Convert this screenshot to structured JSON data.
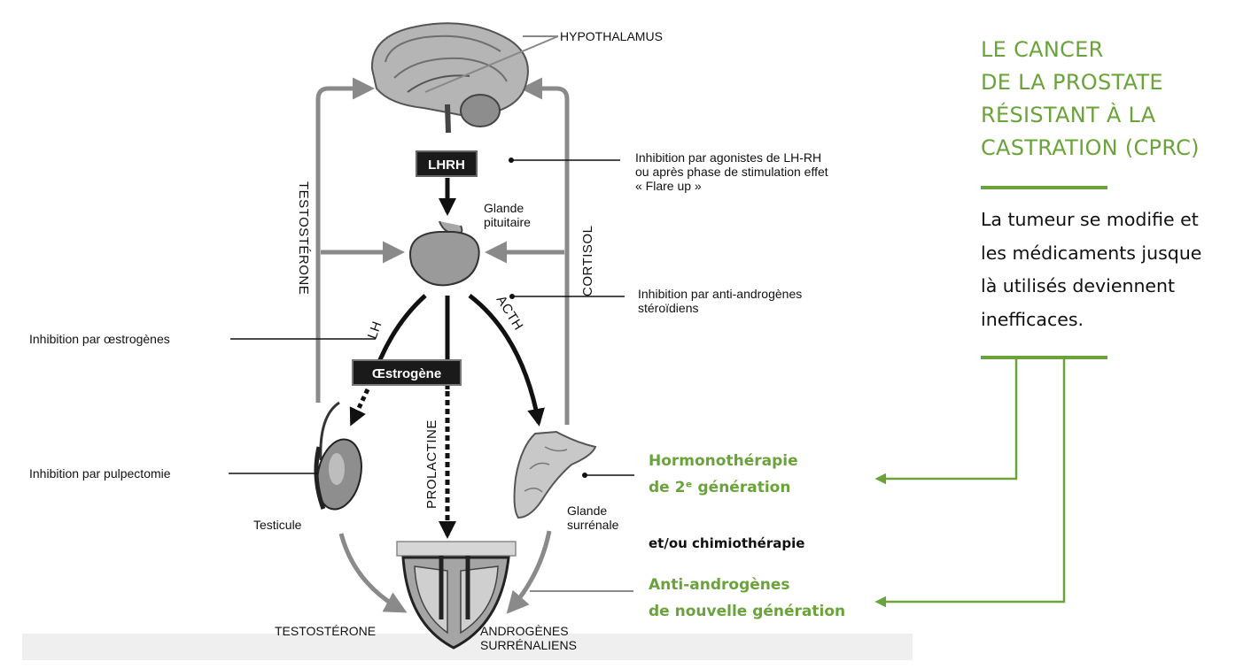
{
  "diagram": {
    "hypothalamus": "HYPOTHALAMUS",
    "lhrh": "LHRH",
    "pituitary": "Glande\npituitaire",
    "inhibition_lhrh": "Inhibition par agonistes de LH-RH\nou après phase de stimulation effet\n« Flare up »",
    "inhibition_antiandrogenes": "Inhibition par anti-androgènes\nstéroïdiens",
    "inhibition_oestrogenes": "Inhibition par œstrogènes",
    "inhibition_pulpectomie": "Inhibition par pulpectomie",
    "testosterone_vertical": "TESTOSTÉRONE",
    "cortisol": "CORTISOL",
    "lh": "LH",
    "acth": "ACTH",
    "oestrogene": "Œstrogène",
    "prolactine": "PROLACTINE",
    "testicule": "Testicule",
    "surrenale": "Glande\nsurrénale",
    "testosterone_bottom": "TESTOSTÉRONE",
    "androgenes": "ANDROGÈNES\nSURRÉNALIENS"
  },
  "treatments": {
    "hormono": "Hormonothérapie\nde 2ᵉ génération",
    "chimio": "et/ou chimiothérapie",
    "antiandro": "Anti-androgènes\nde nouvelle génération"
  },
  "panel": {
    "title": [
      "LE CANCER",
      "DE LA PROSTATE",
      "RÉSISTANT À LA",
      "CASTRATION (CPRC)"
    ],
    "body": "La tumeur se modifie et\nles médicaments jusque\nlà utilisés deviennent\ninefficaces."
  },
  "colors": {
    "accent": "#6aa33a",
    "gray_arrow": "#8a8a8a",
    "organ": "#9a9a9a",
    "box": "#1a1a1a"
  },
  "icons": {
    "brain": "brain-icon",
    "pituitary": "pituitary-gland-icon",
    "testicle": "testicle-icon",
    "adrenal": "adrenal-gland-icon",
    "prostate": "prostate-icon"
  }
}
